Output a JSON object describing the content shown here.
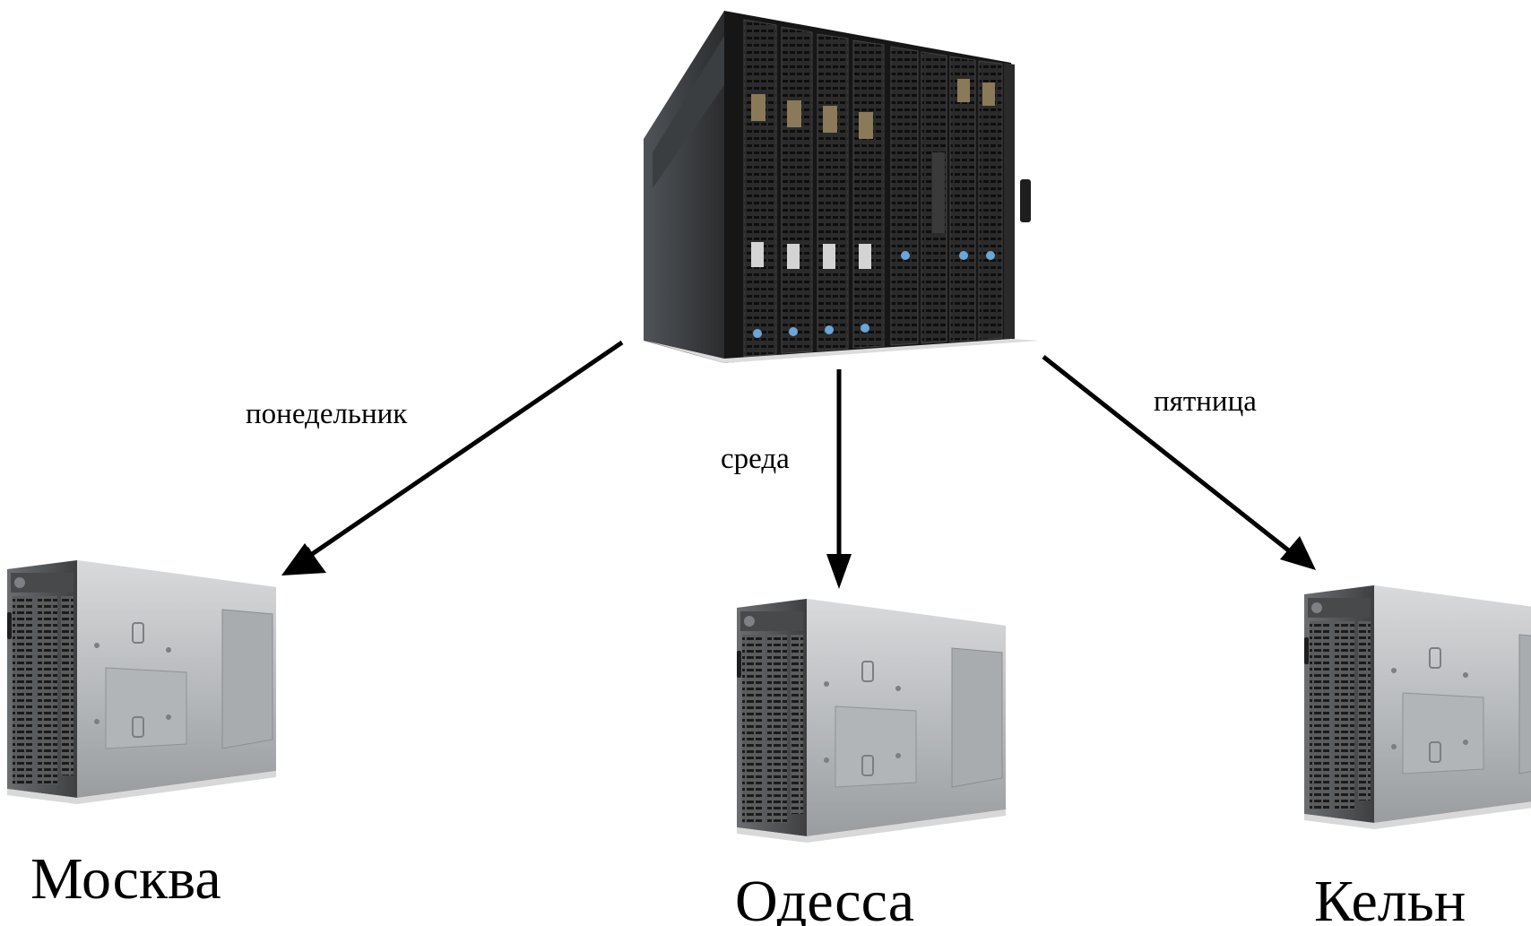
{
  "diagram": {
    "hub": {
      "icon": "blade-enclosure-icon"
    },
    "nodes": [
      {
        "id": "moscow",
        "label": "Москва",
        "icon": "blade-server-icon"
      },
      {
        "id": "odessa",
        "label": "Одесса",
        "icon": "blade-server-icon"
      },
      {
        "id": "koeln",
        "label": "Кельн",
        "icon": "blade-server-icon"
      }
    ],
    "edges": [
      {
        "from": "hub",
        "to": "moscow",
        "label": "понедельник"
      },
      {
        "from": "hub",
        "to": "odessa",
        "label": "среда"
      },
      {
        "from": "hub",
        "to": "koeln",
        "label": "пятница"
      }
    ],
    "colors": {
      "arrow": "#000000",
      "text": "#000000",
      "enclosure": "#1c1c1c",
      "blade_metal": "#b9bcbf"
    }
  }
}
